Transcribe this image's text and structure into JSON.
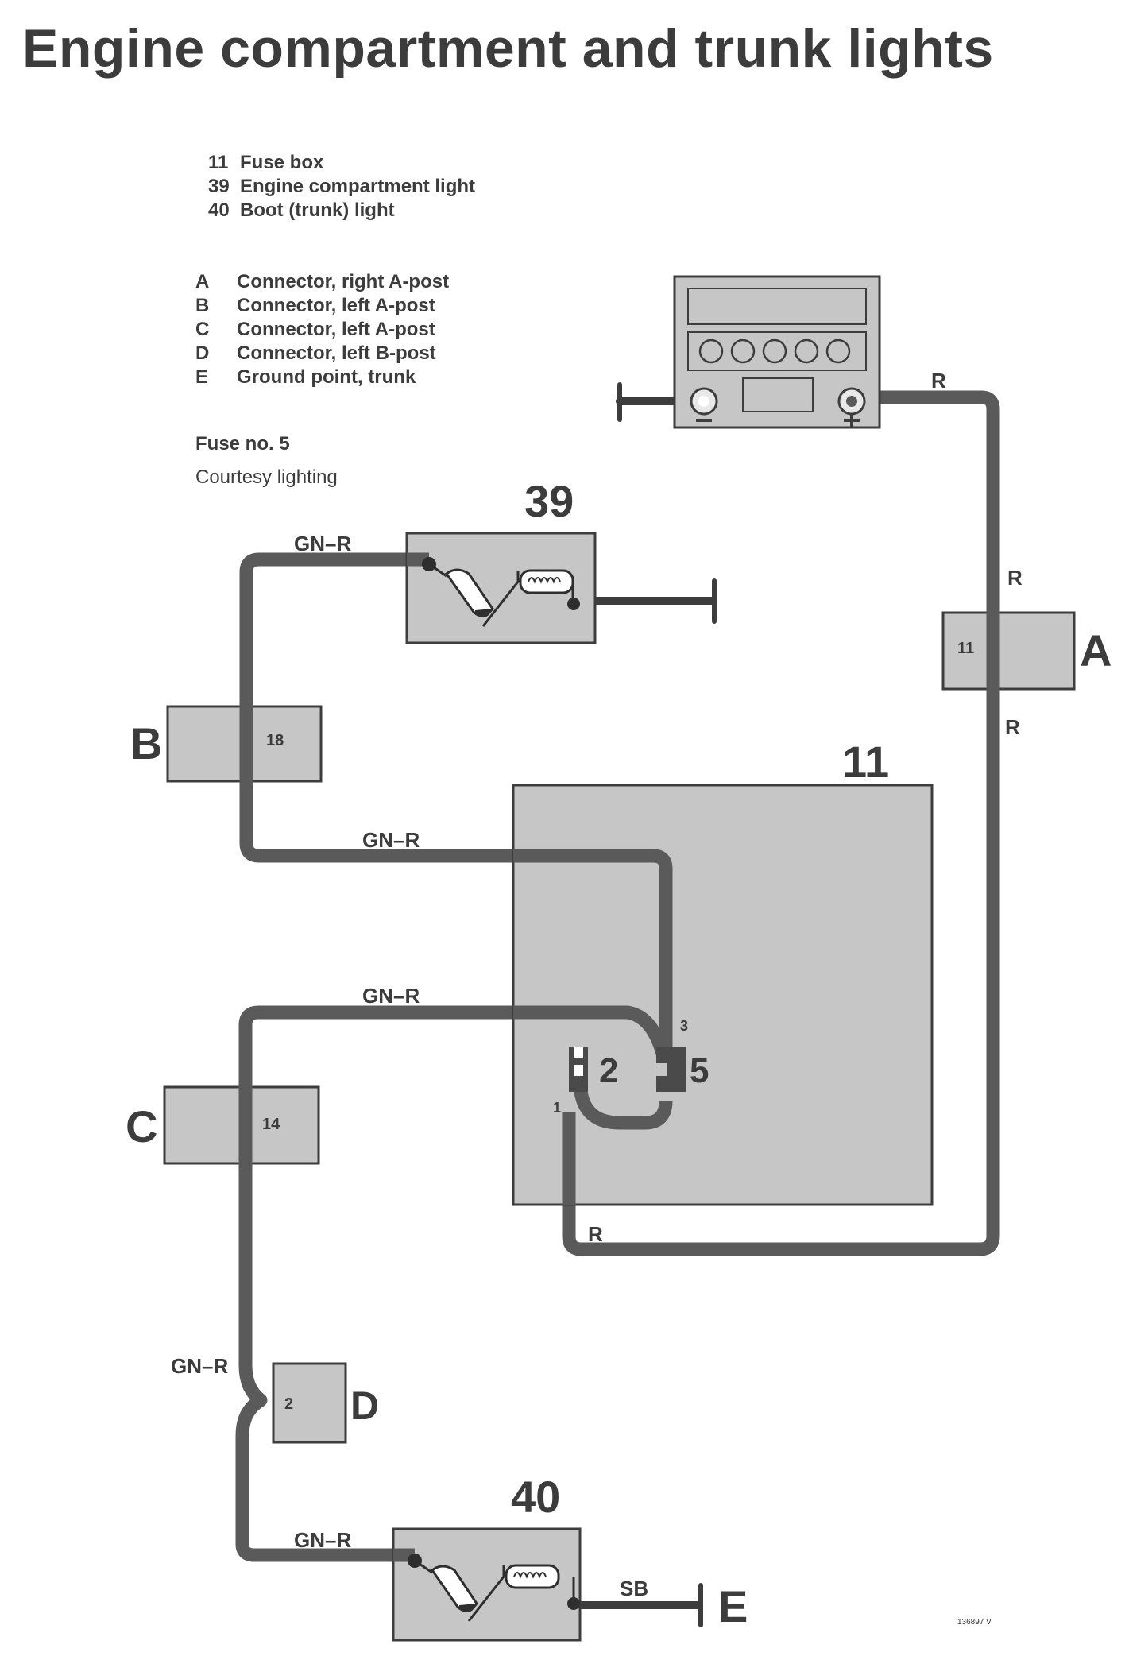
{
  "title": "Engine compartment and trunk lights",
  "components_legend": [
    {
      "key": "11",
      "label": "Fuse box"
    },
    {
      "key": "39",
      "label": "Engine compartment light"
    },
    {
      "key": "40",
      "label": "Boot (trunk) light"
    }
  ],
  "connectors_legend": [
    {
      "key": "A",
      "label": "Connector, right A-post"
    },
    {
      "key": "B",
      "label": "Connector, left A-post"
    },
    {
      "key": "C",
      "label": "Connector, left A-post"
    },
    {
      "key": "D",
      "label": "Connector, left B-post"
    },
    {
      "key": "E",
      "label": "Ground point, trunk"
    }
  ],
  "fuse": {
    "title": "Fuse no. 5",
    "subtitle": "Courtesy lighting"
  },
  "components": {
    "fuse_box": {
      "number": "11",
      "terminals": [
        "1",
        "2",
        "3",
        "5"
      ]
    },
    "engine_light": {
      "number": "39"
    },
    "trunk_light": {
      "number": "40"
    }
  },
  "connectors": {
    "A": {
      "label": "A",
      "pin": "11"
    },
    "B": {
      "label": "B",
      "pin": "18"
    },
    "C": {
      "label": "C",
      "pin": "14"
    },
    "D": {
      "label": "D",
      "pin": "2"
    },
    "E": {
      "label": "E"
    }
  },
  "wire_colors": {
    "red": "R",
    "green_red": "GN–R",
    "slate_black": "SB"
  },
  "reference_number": "136897 V",
  "colors": {
    "fill": "#c6c6c6",
    "wire": "#5a5a5a",
    "wire_core": "#6e6e6e",
    "outline": "#3d3d3d",
    "text": "#3c3c3c"
  }
}
